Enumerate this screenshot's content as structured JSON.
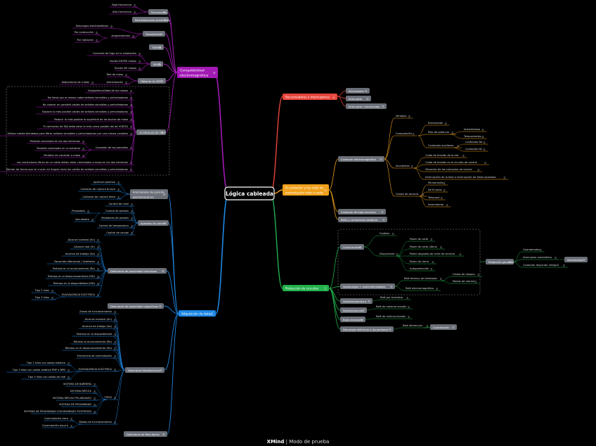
{
  "root": "Lógica cableada",
  "footer": {
    "brand": "XMind",
    "mode": "Modo de prueba"
  },
  "colors": {
    "purple": "#a31ab5",
    "red": "#e8453c",
    "orange": "#f0a11c",
    "green": "#22b14c",
    "blue": "#1e88e5",
    "gray": "#6b6f78",
    "leaf": "#cfcfcf"
  },
  "branches": {
    "compat": {
      "label": [
        "Compatibilidad",
        "electromagnética"
      ],
      "children": [
        {
          "label": "Frecuencias",
          "leaves": [
            "Baja frecuencia",
            "Alta frecuencia"
          ]
        },
        {
          "label": "Perturbaciones armónicas",
          "leaves": []
        },
        {
          "label": "Transitorios",
          "leaves": [
            "Descargas electrostáticas",
            "Acoplamientos"
          ],
          "sub": [
            "Por conducción",
            "Por radiación"
          ]
        },
        {
          "label": "TIERRA",
          "leaves": []
        },
        {
          "label": "MASA",
          "leaves": [
            "Corriente de fuga en la instalación",
            "Bucles ENTRE masas",
            "Bucles DE masas"
          ]
        },
        {
          "label": "Obtener la CEM",
          "leaves": [
            "Red de masa",
            "Alimentación"
          ],
          "sub": [
            "Alejamiento de ruidos"
          ]
        },
        {
          "label": "10 REGLAS DE ORO",
          "leaves": [
            "Equipotencialidad de las masas",
            "No llevar por el mismo cable señales sensibles y perturbadoras",
            "No colocar en paralelo cables de señales sensibles y perturbadoras",
            "Separar lo más posible cables de señales sensibles y perturbadoras",
            "Reducir lo más posible la superficie de los bucles de masa",
            "El conductor de IDA debe estar lo más cerca posible del de VUELTA",
            "Utilizar cables blindados para filtrar señales sensibles y perturbadoras por una misma canaleta",
            "Conexión de las pantallas",
            "Los conductores libres de un cable deben estar conectados a masa en los dos extremos",
            "Montar de forma que se crucen en ángulo recto los cables de señales sensibles y perturbadoras"
          ],
          "sub": [
            "Pantalla conectada en los dos extremos",
            "Pantalla conectada en un extremo",
            "Pantalla sin conectar a masa"
          ]
        }
      ]
    },
    "secc": {
      "label": "Seccionadores e interruptores",
      "children": [
        "Seccionador",
        "Interruptor",
        "Interruptor / seccionador"
      ]
    },
    "cont": {
      "label": [
        "El contactor y los relés de",
        "conmutación todo o nada"
      ],
      "children": [
        "Contactor electromagnético",
        "Contactor de bajo consumo",
        "Relés y contactores estáticos"
      ],
      "em": {
        "Ventajas": [],
        "Composición": [
          "Electroimán",
          "Polo de potencia",
          "Contactos auxiliares"
        ],
        "polo": [
          "Instantáneos",
          "Temporizados"
        ],
        "aux": [
          "Contactos NA",
          "Contactos NC"
        ],
        "Accidentes": [
          "Caída de tensión de la red",
          "Caída de tensión en el circuito de control",
          "Vibración de los contactos de control",
          "Interrupción de la fase o interrupción de fases opuestas"
        ],
        "Clases de servicio": [
          "Permanente",
          "De 8 horas",
          "Temporal",
          "Intermitente"
        ]
      }
    },
    "prot": {
      "label": "Protección de circuitos",
      "children": [
        "Cortocircuitos",
        "Sobrecargas + sobreintensidades",
        "Sobretemperatura",
        "Sobretensiones",
        "Bajas tensiones",
        "Descargas eléctricas a las personas"
      ],
      "cc": [
        "Fusibles",
        "Disyuntores"
      ],
      "disy": [
        "Poder de corte",
        "Poder de corte último",
        "Poder asignado de corte de servicio",
        "Poder de cierre",
        "Autoprotección"
      ],
      "sobre": [
        "Relé térmico de bimetales",
        "Relé electromagnético"
      ],
      "bim": [
        "Clases de disparo",
        "Modos de rearme"
      ],
      "sobretemp": "Relé por termistor",
      "sobreten": "Relé de máxima tensión",
      "bajas": "Relé de mínima tensión",
      "descargas": "Relé diferencial",
      "coord": "Coordinación",
      "pp": "Protección personas",
      "pp_items": [
        "Guardamotor",
        "Interruptor automático",
        "Contactor disyuntor integral"
      ],
      "selectividad": "Selectividad"
    },
    "adq": {
      "label": "Adquisición de datos",
      "children": [
        "Interruptores de posición electromecánicos",
        "Aparatos de control",
        "Detectores de proximidad inductivos",
        "Detectores de proximidad capacitivos",
        "Detectores fotoeléctricos",
        "Detectores de fibra óptica"
      ],
      "pos": [
        "Apertura positiva",
        "Contacto de ruptura brusca",
        "Contacto de ruptura lenta"
      ],
      "ctrl": [
        "Control de nivel",
        "Control de presión",
        "Medidores de presión",
        "Control de temperatura",
        "Control de caudal"
      ],
      "pres": [
        "Presostato",
        "Vacuóstato"
      ],
      "ind": [
        "Alcance nominal (Sn)",
        "Alcance real (Sr)",
        "Alcance de trabajo (Sa)",
        "Recorrido diferencial / histéresis",
        "Retraso en el accionamiento (Ra)",
        "Retraso en el desaccionamiento (RD)",
        "Retraso en la disponibilidad (RD)",
        "EQUIVALENCIA ELÉCTRICA"
      ],
      "indeq": [
        "Tipo 2 hilos",
        "Tipo 3 hilos"
      ],
      "foto": [
        "Zonas de funcionamiento",
        "Alcance nominal (Sn)",
        "Alcance de trabajo (Sa)",
        "Retraso en la disponibilidad",
        "Retraso al accionamiento (Ra)",
        "Retraso en el desaccionamiento (Rd)",
        "Frecuencia de conmutación",
        "EQUIVALENCIA ELÉCTRICA",
        "TIPOS",
        "Modos de funcionamiento"
      ],
      "fotoeq": [
        "Tipo 2 hilos con salida estática",
        "Tipo 3 hilos con salida estática PNP o NPN",
        "Tipo 5 hilos con salida de relé"
      ],
      "tipos": [
        "SISTEMA DE BARRERA",
        "SISTEMA RÉFLEX",
        "SISTEMA RÉFLEX POLARIZADO",
        "SISTEMA DE PROXIMIDAD",
        "SISTEMA DE PROXIMIDAD CON BORRADO POSTERIOR"
      ],
      "modos": [
        "Conmutación clara",
        "Conmutación oscura"
      ]
    }
  }
}
